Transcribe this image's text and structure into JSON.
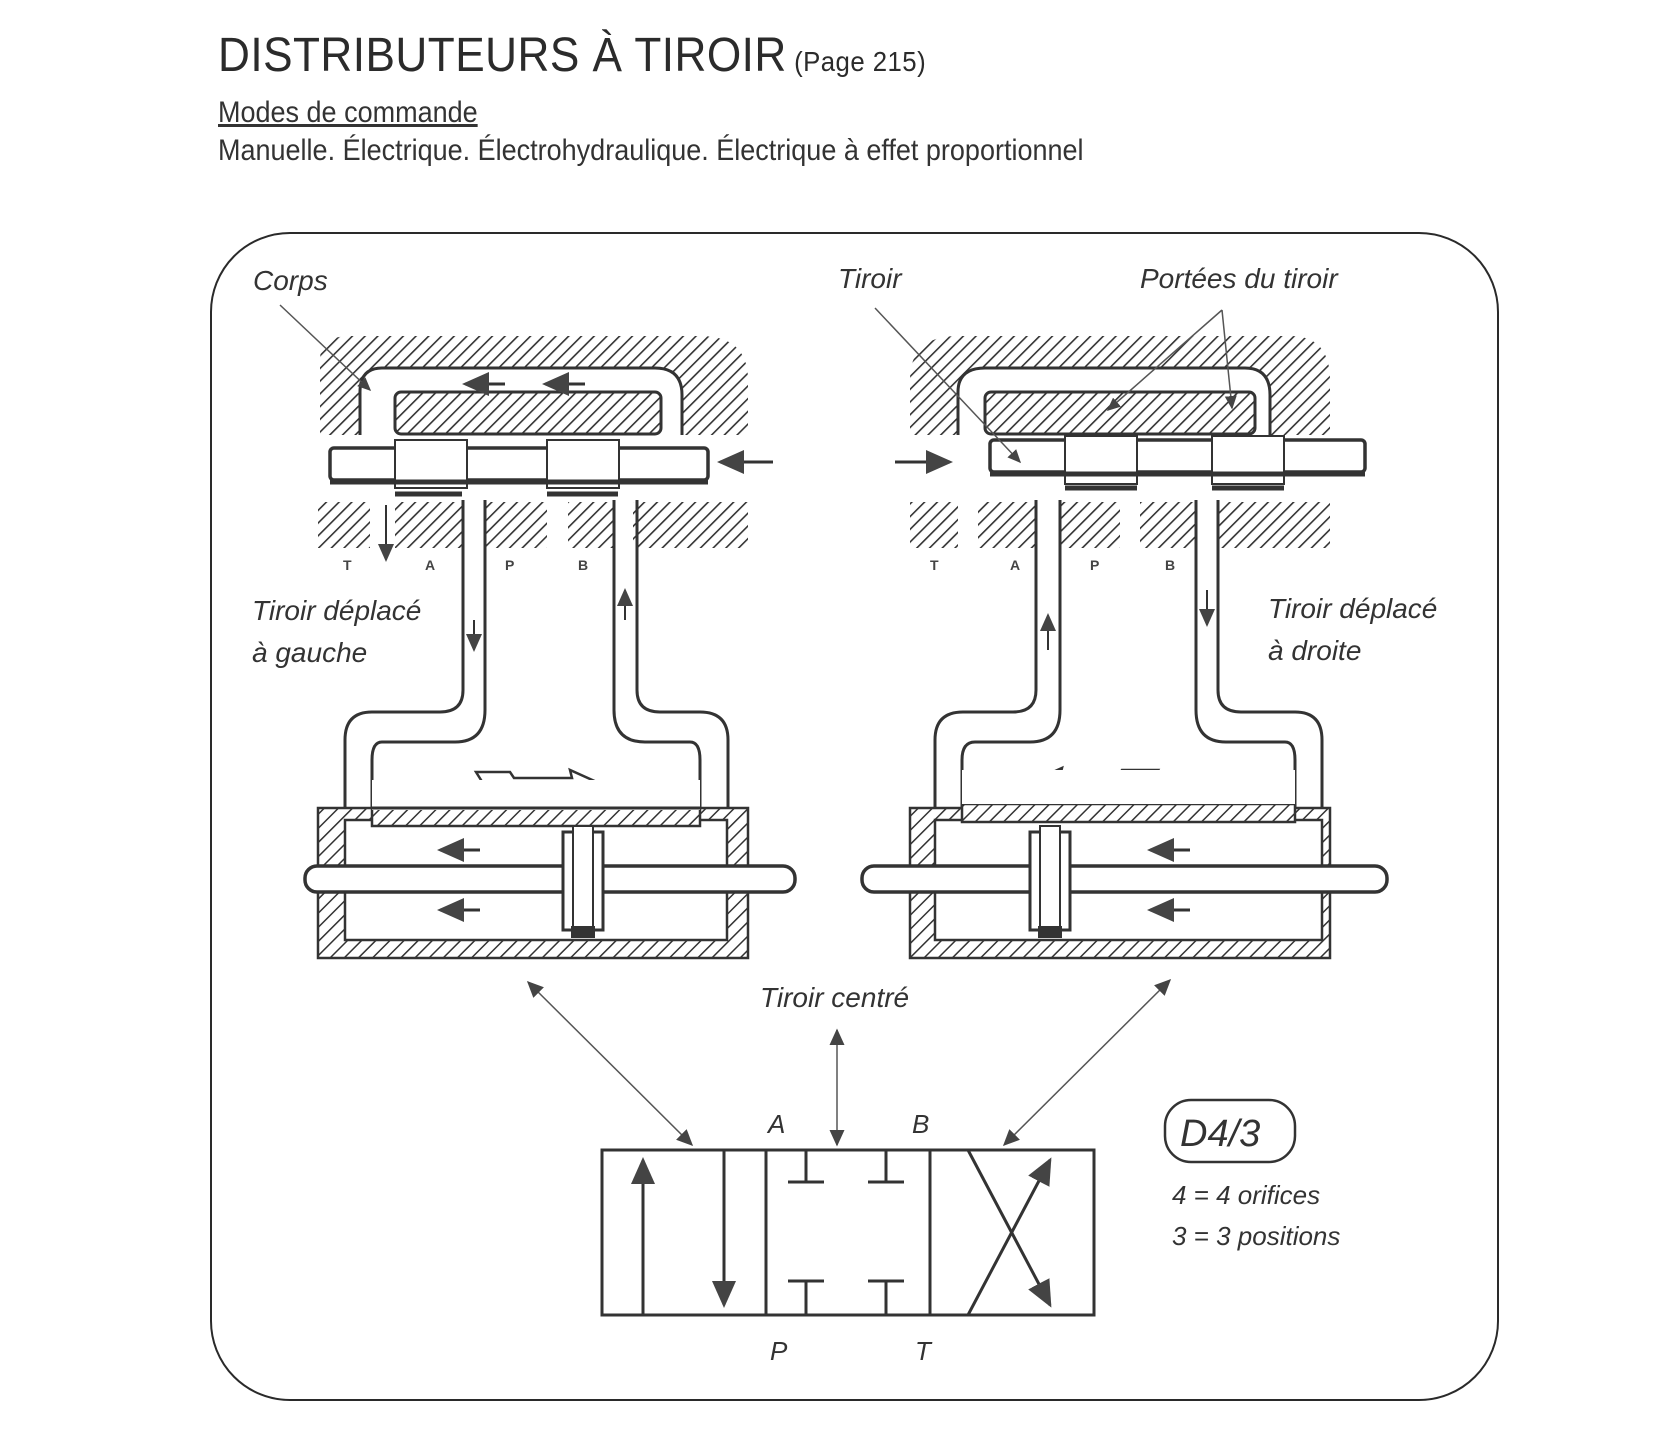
{
  "header": {
    "title": "DISTRIBUTEURS À TIROIR",
    "page_ref": "(Page 215)",
    "subtitle": "Modes de commande",
    "modes": "Manuelle. Électrique. Électrohydraulique. Électrique à effet proportionnel"
  },
  "diagram": {
    "labels": {
      "corps": "Corps",
      "tiroir": "Tiroir",
      "portees": "Portées du tiroir",
      "left_state_line1": "Tiroir déplacé",
      "left_state_line2": "à gauche",
      "right_state_line1": "Tiroir déplacé",
      "right_state_line2": "à droite",
      "centered": "Tiroir centré"
    },
    "ports": [
      "T",
      "A",
      "P",
      "B"
    ],
    "symbol": {
      "top_ports": [
        "A",
        "B"
      ],
      "bottom_ports": [
        "P",
        "T"
      ],
      "code": "D4/3",
      "legend_line1": "4 = 4 orifices",
      "legend_line2": "3 = 3 positions"
    }
  }
}
